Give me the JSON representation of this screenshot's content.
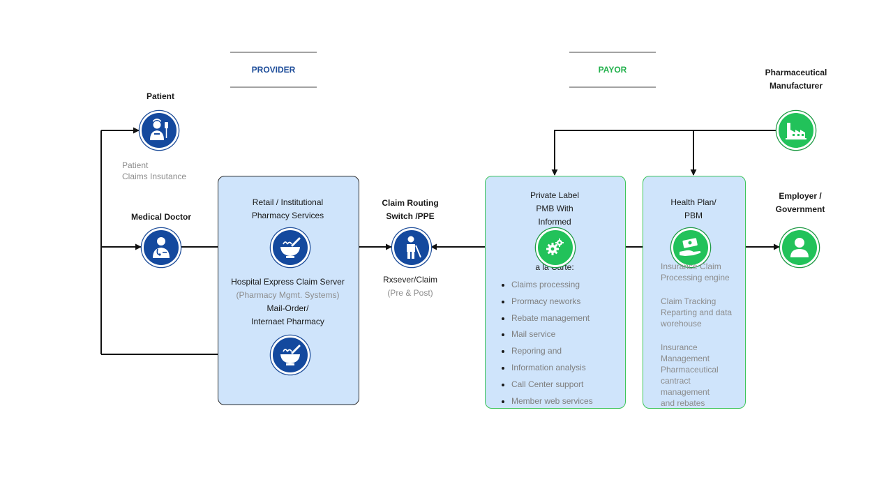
{
  "sections": {
    "provider": "PROVIDER",
    "payor": "PAYOR"
  },
  "colors": {
    "provider_accent": "#1f4e9a",
    "payor_accent": "#22b14c",
    "panel_fill": "#cfe4fb",
    "icon_blue": "#14499e",
    "icon_green": "#22c25a"
  },
  "nodes": {
    "patient": {
      "title": "Patient",
      "sub_line1": "Patient",
      "sub_line2": "Claims Insutance",
      "icon": "patient-nurse-icon"
    },
    "medical_doctor": {
      "title": "Medical Doctor",
      "icon": "doctor-icon"
    },
    "pharmaceutical_manufacturer": {
      "title_line1": "Pharmaceutical",
      "title_line2": "Manufacturer",
      "icon": "factory-icon"
    },
    "employer": {
      "title_line1": "Employer /",
      "title_line2": "Government",
      "icon": "person-icon"
    },
    "claim_routing": {
      "title_line1": "Claim Routing",
      "title_line2": "Switch /PPE",
      "sub_line1": "Rxsever/Claim",
      "sub_line2": "(Pre & Post)",
      "icon": "worker-icon"
    }
  },
  "provider_panel": {
    "top_line1": "Retail / Institutional",
    "top_line2": "Pharmacy Services",
    "mid_line1": "Hospital Express Claim Server",
    "mid_line2": "(Pharmacy Mgmt. Systems)",
    "mid_line3": "Mail-Order/",
    "mid_line4": "Internaet Pharmacy",
    "icon": "mortar-pestle-icon"
  },
  "private_label_panel": {
    "title_line1": "Private Label",
    "title_line2": "PMB With",
    "title_line3": "Informed",
    "carte": "a la Carte:",
    "services": [
      "Claims processing",
      "Prormacy neworks",
      "Rebate management",
      "Mail service",
      "Reporing and",
      "Information analysis",
      "Call Center support",
      "Member web services"
    ],
    "icon": "gears-icon"
  },
  "health_plan_panel": {
    "title_line1": "Health Plan/",
    "title_line2": "PBM",
    "block1": [
      "Insurance Claim",
      "Processing engine"
    ],
    "block2": [
      "Claim Tracking",
      "Reparting and data",
      "worehouse"
    ],
    "block3": [
      "Insurance",
      "Management",
      "Pharmaceutical",
      "cantract",
      "management",
      "and rebates"
    ],
    "icon": "money-hand-icon"
  }
}
